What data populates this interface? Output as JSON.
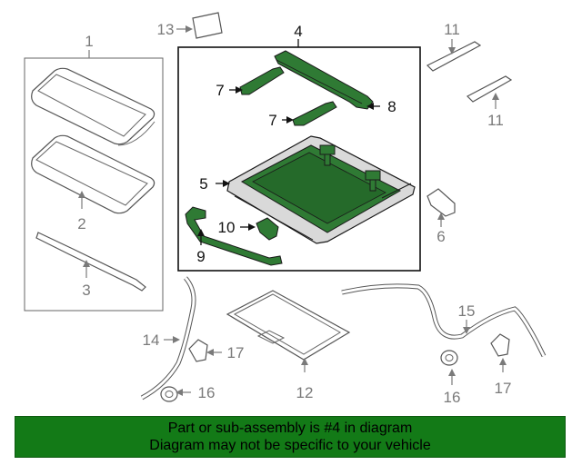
{
  "diagram": {
    "callouts": {
      "c1": "1",
      "c2": "2",
      "c3": "3",
      "c4": "4",
      "c5": "5",
      "c6": "6",
      "c7a": "7",
      "c7b": "7",
      "c8": "8",
      "c9": "9",
      "c10": "10",
      "c11a": "11",
      "c11b": "11",
      "c12": "12",
      "c13": "13",
      "c14": "14",
      "c15": "15",
      "c16a": "16",
      "c16b": "16",
      "c17a": "17",
      "c17b": "17"
    },
    "highlight_color": "#2f7a34"
  },
  "footer": {
    "line1": "Part or sub-assembly is #4 in diagram",
    "line2": "Diagram may not be specific to your vehicle",
    "background": "#137a17"
  }
}
